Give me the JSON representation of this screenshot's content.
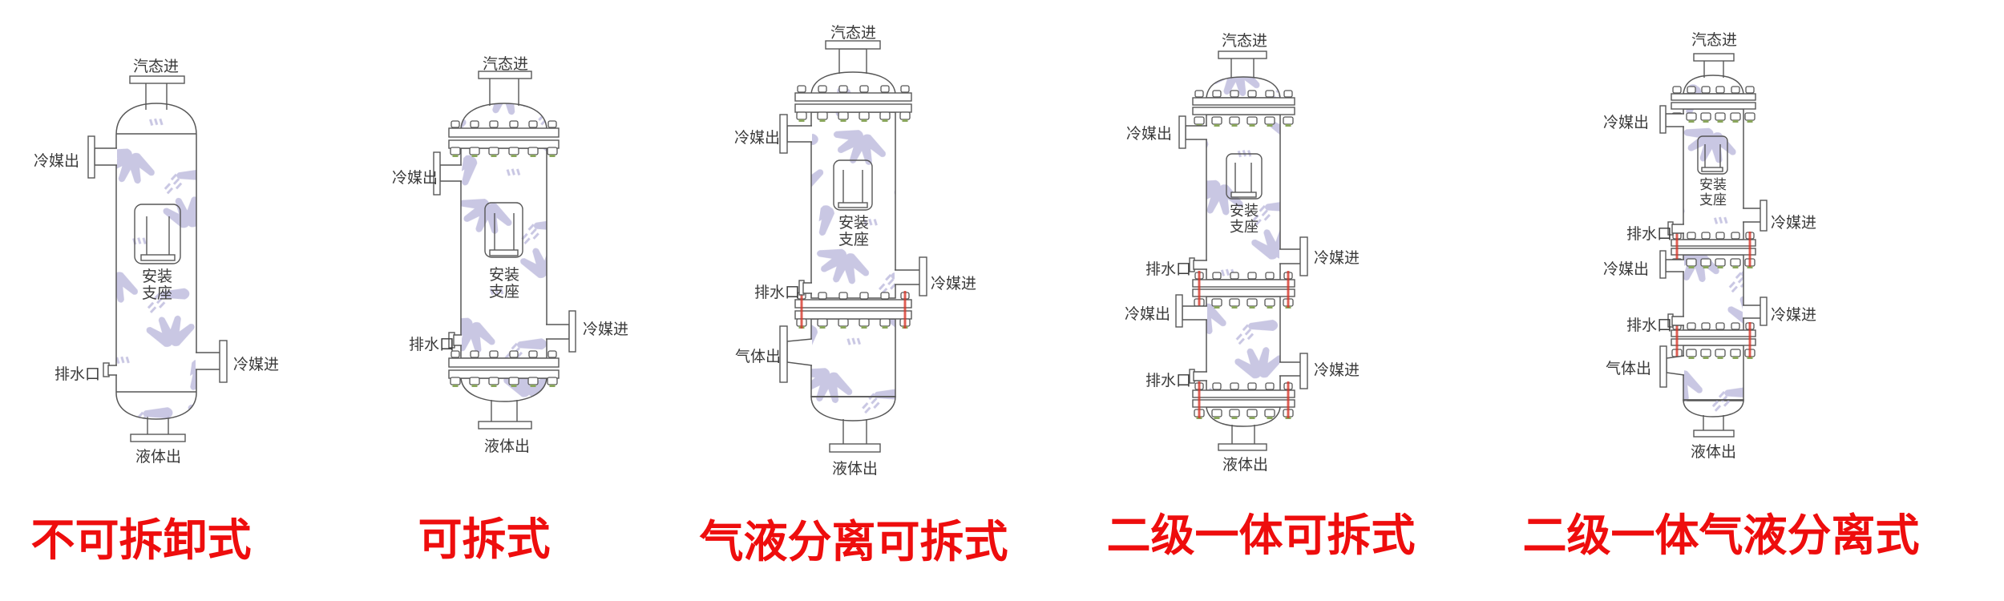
{
  "page": {
    "background": "#ffffff",
    "colors": {
      "line_gray": "#575757",
      "label_gray": "#3a3a3a",
      "caption_red": "#ee0d0d",
      "watermark_lavender": "#c5c2e1",
      "bolt_nut_green": "#8aa65c",
      "flange_mark_red": "#d6382b"
    }
  },
  "figures": [
    {
      "caption": "不可拆卸式",
      "labels": {
        "vapor_in": "汽态进",
        "coolant_out": "冷媒出",
        "mount_bracket": "安装支座",
        "drain": "排水口",
        "coolant_in": "冷媒进",
        "liquid_out": "液体出"
      }
    },
    {
      "caption": "可拆式",
      "labels": {
        "vapor_in": "汽态进",
        "coolant_out": "冷媒出",
        "mount_bracket": "安装支座",
        "drain": "排水口",
        "coolant_in": "冷媒进",
        "liquid_out": "液体出"
      }
    },
    {
      "caption": "气液分离可拆式",
      "labels": {
        "vapor_in": "汽态进",
        "coolant_out": "冷媒出",
        "mount_bracket": "安装支座",
        "drain": "排水口",
        "coolant_in": "冷媒进",
        "gas_out": "气体出",
        "liquid_out": "液体出"
      }
    },
    {
      "caption": "二级一体可拆式",
      "labels": {
        "vapor_in": "汽态进",
        "coolant_out_1": "冷媒出",
        "mount_bracket": "安装支座",
        "drain_1": "排水口",
        "coolant_in_1": "冷媒进",
        "coolant_out_2": "冷媒出",
        "drain_2": "排水口",
        "coolant_in_2": "冷媒进",
        "liquid_out": "液体出"
      }
    },
    {
      "caption": "二级一体气液分离式",
      "labels": {
        "vapor_in": "汽态进",
        "coolant_out_1": "冷媒出",
        "mount_bracket": "安装支座",
        "drain_1": "排水口",
        "coolant_in_1": "冷媒进",
        "coolant_out_2": "冷媒出",
        "drain_2": "排水口",
        "coolant_in_2": "冷媒进",
        "gas_out": "气体出",
        "liquid_out": "液体出"
      }
    }
  ]
}
